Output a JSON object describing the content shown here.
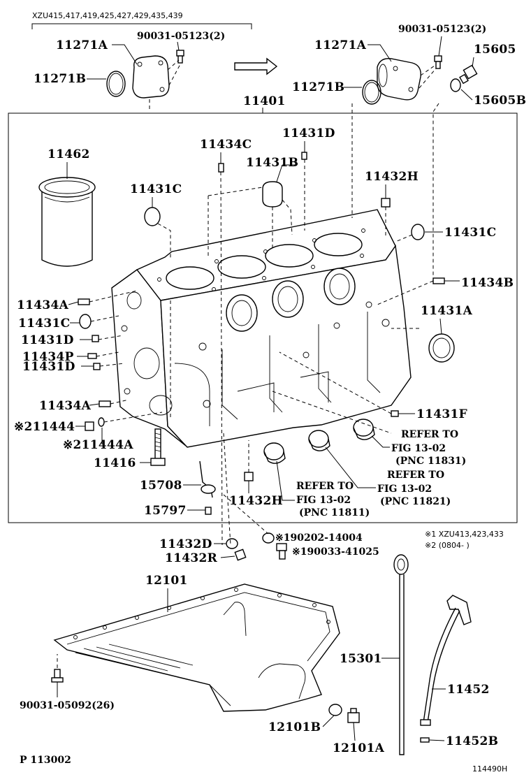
{
  "header": {
    "model_note": "XZU415,417,419,425,427,429,435,439"
  },
  "labels": {
    "l_11271A_left": "11271A",
    "l_90031_05123_left": "90031-05123(2)",
    "l_11271B_left": "11271B",
    "l_90031_05123_right": "90031-05123(2)",
    "l_11271A_right": "11271A",
    "l_15605": "15605",
    "l_11271B_right": "11271B",
    "l_15605B": "15605B",
    "l_11401": "11401",
    "l_11431D_top": "11431D",
    "l_11434C": "11434C",
    "l_11462": "11462",
    "l_11431B": "11431B",
    "l_11432H_top": "11432H",
    "l_11431C_top": "11431C",
    "l_11431C_right": "11431C",
    "l_11434B": "11434B",
    "l_11434A_1": "11434A",
    "l_11431A": "11431A",
    "l_11431C_left": "11431C",
    "l_11431D_1": "11431D",
    "l_11434P": "11434P",
    "l_11431D_2": "11431D",
    "l_11434A_2": "11434A",
    "l_11431F": "11431F",
    "l_11444": "※211444",
    "l_11444A": "※211444A",
    "l_11416": "11416",
    "l_15708": "15708",
    "l_15797": "15797",
    "l_11432H_bottom": "11432H",
    "l_refer1_a": "REFER TO",
    "l_refer1_b": "FIG 13-02",
    "l_refer1_c": "(PNC 11831)",
    "l_refer2_a": "REFER TO",
    "l_refer2_b": "FIG 13-02",
    "l_refer2_c": "(PNC 11821)",
    "l_refer3_a": "REFER TO",
    "l_refer3_b": "FIG 13-02",
    "l_refer3_c": "(PNC 11811)",
    "l_11432D": "11432D",
    "l_11432R": "11432R",
    "l_90202": "※190202-14004",
    "l_90033": "※190033-41025",
    "l_note1": "※1 XZU413,423,433",
    "l_note2": "※2 (0804-        )",
    "l_12101": "12101",
    "l_15301": "15301",
    "l_11452": "11452",
    "l_90031_05092": "90031-05092(26)",
    "l_12101B": "12101B",
    "l_12101A": "12101A",
    "l_11452B": "11452B",
    "l_footer_left": "P 113002",
    "l_footer_right": "114490H"
  }
}
